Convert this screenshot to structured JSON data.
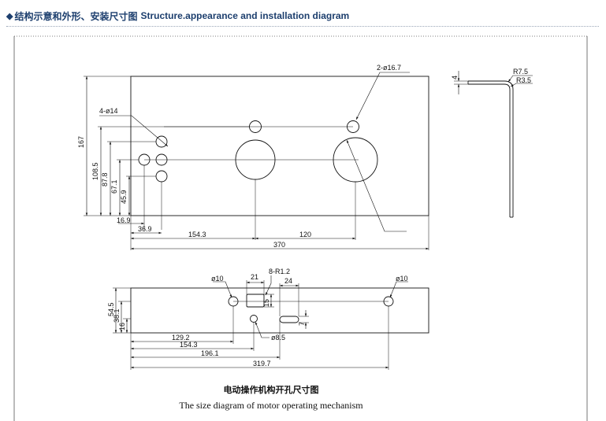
{
  "header": {
    "diamond": "◆",
    "title_zh": "结构示意和外形、安装尺寸图",
    "title_en": "Structure.appearance and installation diagram"
  },
  "top_view": {
    "dims": {
      "holes_4": "4-ø14",
      "holes_2": "2-ø16.7",
      "h167": "167",
      "h108_5": "108.5",
      "h87_8": "87.8",
      "h67_1": "67.1",
      "h45_9": "45.9",
      "w16_9": "16.9",
      "w36_9": "36.9",
      "w154_3": "154.3",
      "w120": "120",
      "w370": "370"
    }
  },
  "side_view": {
    "dims": {
      "t4": "4",
      "r7_5": "R7.5",
      "r3_5": "R3.5"
    }
  },
  "bottom_view": {
    "dims": {
      "d10_left": "ø10",
      "d10_right": "ø10",
      "w21": "21",
      "r8": "8-R1.2",
      "w24": "24",
      "h15": "15",
      "h7": "7",
      "d8_5": "ø8.5",
      "h54_5": "54.5",
      "h38_1": "38.1",
      "h16": "16",
      "w129_2": "129.2",
      "w154_3": "154.3",
      "w196_1": "196.1",
      "w319_7": "319.7"
    }
  },
  "caption": {
    "zh": "电动操作机构开孔尺寸图",
    "en": "The size diagram of motor operating mechanism"
  }
}
